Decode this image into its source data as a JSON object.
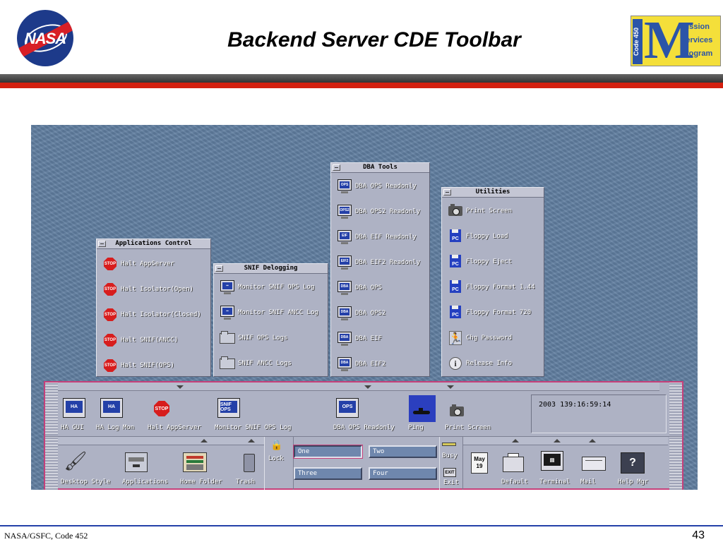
{
  "slide": {
    "title": "Backend Server CDE Toolbar",
    "nasa_logo_text": "NASA",
    "msp_logo": {
      "code": "Code 450",
      "letter": "M",
      "line1": "Mission",
      "line2": "Services",
      "line3": "Program"
    },
    "footer": "NASA/GSFC, Code 452",
    "page_number": "43"
  },
  "panels": {
    "applications_control": {
      "title": "Applications Control",
      "items": [
        "Halt AppServer",
        "Halt Isolator(Open)",
        "Halt Isolator(Closed)",
        "Halt SNIF(ANCC)",
        "Halt SNIF(OPS)"
      ]
    },
    "snif_delogging": {
      "title": "SNIF Delogging",
      "items": [
        "Monitor SNIF OPS Log",
        "Monitor SNIF ANCC Log",
        "SNIF OPS Logs",
        "SNIF ANCC Logs"
      ]
    },
    "dba_tools": {
      "title": "DBA Tools",
      "items": [
        "DBA OPS Readonly",
        "DBA OPS2 Readonly",
        "DBA EIF Readonly",
        "DBA EIF2 Readonly",
        "DBA OPS",
        "DBA OPS2",
        "DBA EIF",
        "DBA EIF2"
      ]
    },
    "utilities": {
      "title": "Utilities",
      "items": [
        "Print Screen",
        "Floppy Load",
        "Floppy Eject",
        "Floppy Format 1.44",
        "Floppy Format 720",
        "Chg Password",
        "Release Info"
      ]
    }
  },
  "icon_text": {
    "stop": "STOP",
    "ops": "OPS",
    "ops2": "OPS2",
    "eif": "EIF",
    "eif2": "EIF2",
    "dba": "DBA",
    "pc": "PC",
    "ha": "HA",
    "snif_ops": "SNIF OPS",
    "question": "?",
    "calendar_month": "May",
    "calendar_day": "19"
  },
  "front_panel": {
    "top_items": [
      "HA GUI",
      "HA Log Mon",
      "Halt AppServer",
      "Monitor SNIF OPS Log",
      "DBA OPS Readonly",
      "Ping",
      "Print Screen"
    ],
    "clock": "2003  139:16:59:14",
    "bottom_items": [
      "Desktop Style",
      "Applications",
      "Home Folder",
      "Trash"
    ],
    "lock_label": "Lock",
    "busy_label": "Busy",
    "exit_label": "Exit",
    "exit_icon": "EXIT",
    "workspaces": [
      "One",
      "Two",
      "Three",
      "Four"
    ],
    "active_workspace": "One",
    "right_items": [
      "Default",
      "Terminal",
      "Mail",
      "Help Mgr"
    ]
  }
}
